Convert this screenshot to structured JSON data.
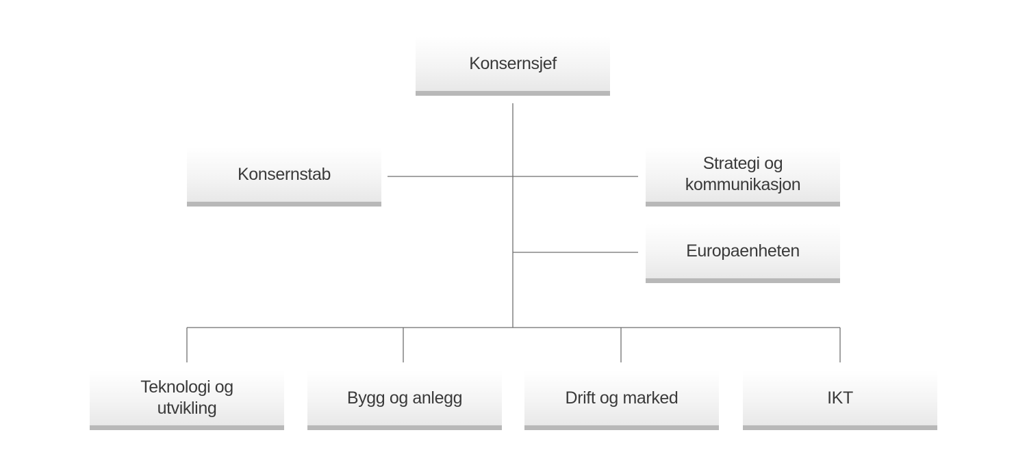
{
  "org_chart": {
    "top": {
      "label": "Konsernsjef"
    },
    "staff": {
      "left": {
        "label": "Konsernstab"
      },
      "right": [
        {
          "label": "Strategi og kommunikasjon"
        },
        {
          "label": "Europaenheten"
        }
      ]
    },
    "divisions": [
      {
        "label": "Teknologi og utvikling"
      },
      {
        "label": "Bygg og anlegg"
      },
      {
        "label": "Drift og marked"
      },
      {
        "label": "IKT"
      }
    ]
  },
  "colors": {
    "box_top": "#ffffff",
    "box_bottom": "#e8e8e8",
    "box_underline": "#b8b8b8",
    "connector": "#6e6e6e",
    "text": "#3a3a3a"
  }
}
